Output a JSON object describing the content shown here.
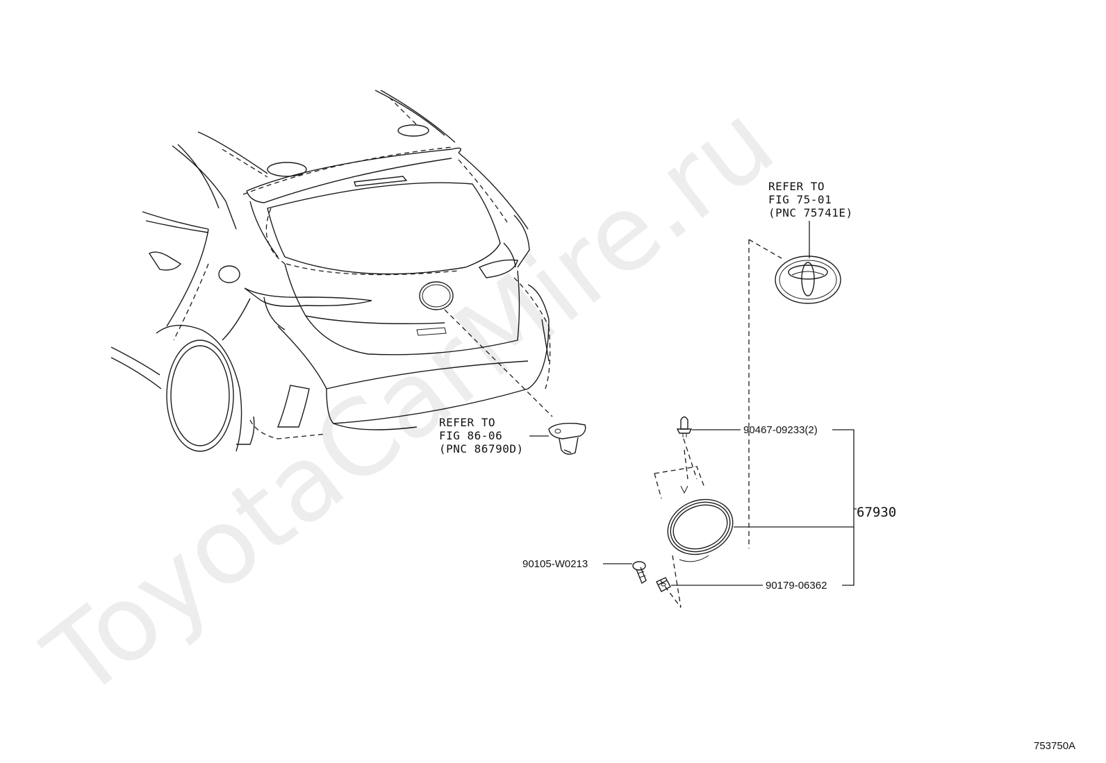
{
  "watermark": "ToyotaCarMire.ru",
  "callouts": {
    "emblem_ref": [
      "REFER TO",
      "FIG 75-01",
      "(PNC 75741E)"
    ],
    "camera_ref": [
      "REFER TO",
      "FIG 86-06",
      "(PNC 86790D)"
    ],
    "clip_part": "90467-09233(2)",
    "assembly_part": "67930",
    "screw_part": "90105-W0213",
    "nut_part": "90179-06362"
  },
  "figure_code": "753750A",
  "icons": [
    "toyota-emblem-icon",
    "back-camera-icon",
    "clip-icon",
    "screw-icon",
    "clip-nut-icon",
    "garnish-icon"
  ]
}
